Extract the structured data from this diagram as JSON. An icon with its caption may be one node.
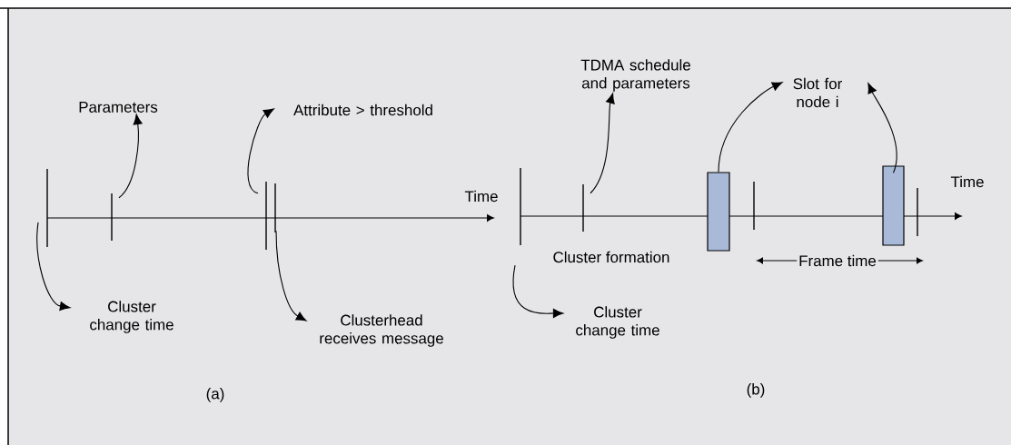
{
  "diagram": {
    "nodes": [
      {
        "text": [
          "Parameters"
        ]
      },
      {
        "text": [
          "Attribute > threshold"
        ]
      },
      {
        "text": [
          "Cluster change time"
        ]
      },
      {
        "text": [
          "Clusterhead receives message"
        ]
      },
      {
        "text": [
          "TDMA schedule and parameters"
        ]
      },
      {
        "text": [
          "Slot for node i"
        ]
      },
      {
        "text": [
          "Cluster change time"
        ]
      },
      {
        "text": [],
        "shape": "bar"
      },
      {
        "text": [],
        "shape": "bar"
      },
      {
        "text": [],
        "shape": "bar"
      },
      {
        "text": [],
        "shape": "bar"
      },
      {
        "text": [],
        "shape": "bar"
      },
      {
        "text": [],
        "shape": "bar"
      },
      {
        "text": [],
        "shape": "box"
      },
      {
        "text": [],
        "shape": "bar"
      },
      {
        "text": [],
        "shape": "box"
      },
      {
        "text": [],
        "shape": "bar"
      }
    ],
    "edges": [
      {
        "from": 7,
        "to": 2,
        "arrow": "to"
      },
      {
        "from": 8,
        "to": 0,
        "arrow": "to"
      },
      {
        "from": 9,
        "to": 1,
        "arrow": "to"
      },
      {
        "from": 10,
        "to": 3,
        "arrow": "to"
      },
      {
        "from": 12,
        "to": 4,
        "arrow": "to"
      },
      {
        "from": 11,
        "to": 6,
        "arrow": "to"
      },
      {
        "from": 13,
        "to": 5,
        "arrow": "to"
      },
      {
        "from": 15,
        "to": 5,
        "arrow": "to"
      }
    ],
    "labels": [
      "Time",
      "Time",
      "Cluster formation",
      "Frame time",
      "(a)",
      "(b)"
    ]
  }
}
